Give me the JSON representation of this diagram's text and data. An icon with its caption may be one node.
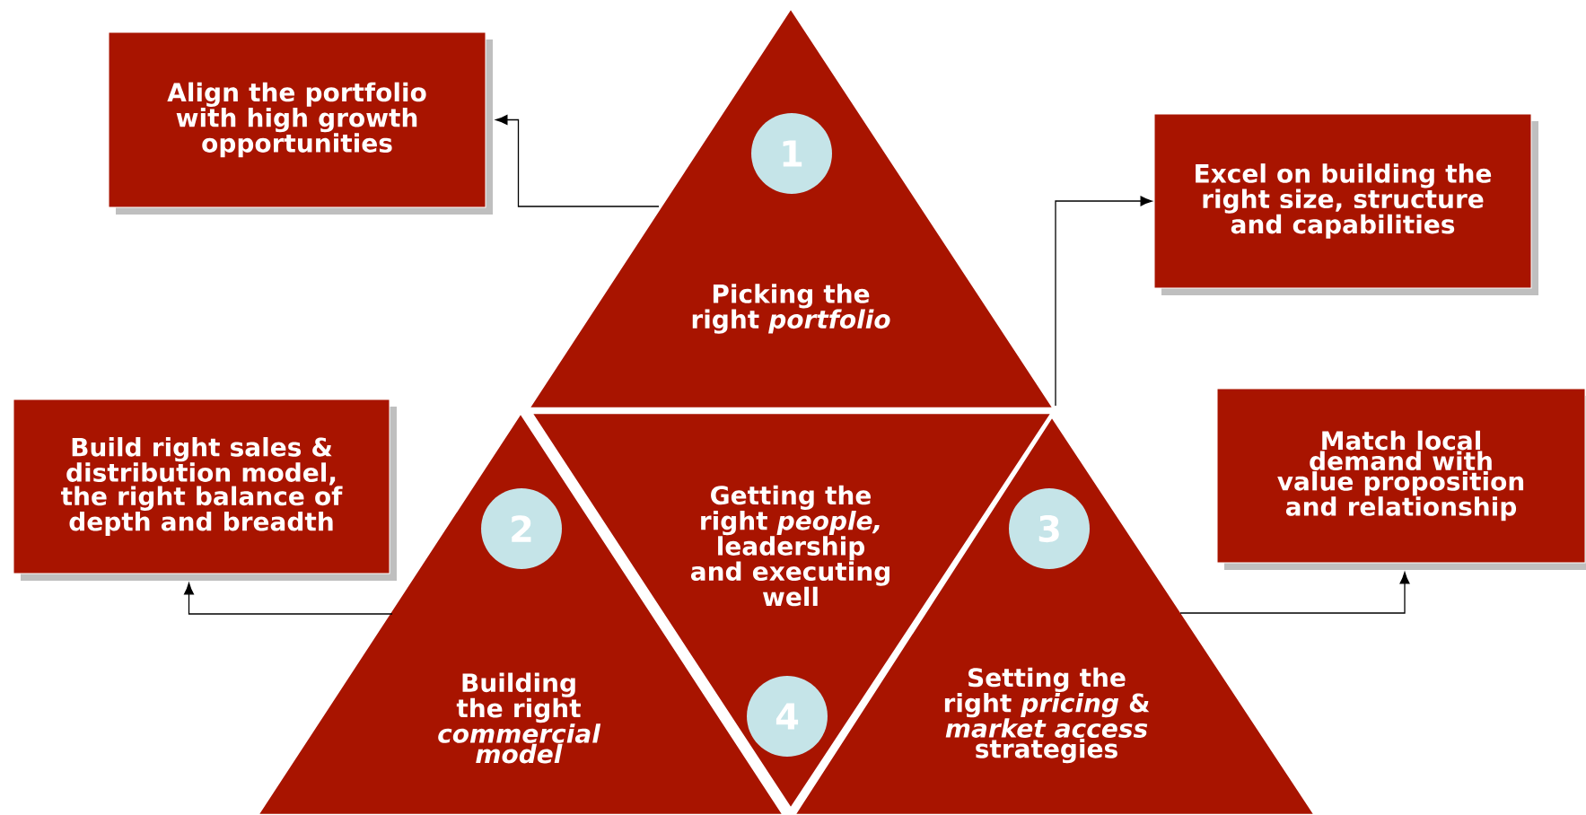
{
  "diagram": {
    "nodes": [
      {
        "text": [
          "Align the portfolio with high growth opportunities"
        ]
      },
      {
        "text": [
          "Picking the right *portfolio*"
        ]
      },
      {
        "text": [
          "1"
        ],
        "in": 1
      },
      {
        "text": [
          "Excel on building the right size, structure and capabilities"
        ]
      },
      {
        "text": [
          "Build right sales & distribution model, the right balance of depth and breadth"
        ]
      },
      {
        "text": [
          "Building the right *commercial model*"
        ]
      },
      {
        "text": [
          "2"
        ],
        "in": 5
      },
      {
        "text": [
          "Getting the right *people,* leadership and executing well"
        ]
      },
      {
        "text": [
          "4"
        ],
        "in": 7
      },
      {
        "text": [
          "Setting the right *pricing* & *market access* strategies"
        ]
      },
      {
        "text": [
          "3"
        ],
        "in": 9
      },
      {
        "text": [
          "Match local demand with value proposition and relationship"
        ]
      }
    ],
    "edges": [
      {
        "from": 1,
        "to": 0,
        "arrow": "to"
      },
      {
        "from": 1,
        "to": 3,
        "arrow": "to"
      },
      {
        "from": 5,
        "to": 4,
        "arrow": "to"
      },
      {
        "from": 9,
        "to": 11,
        "arrow": "to"
      }
    ]
  }
}
